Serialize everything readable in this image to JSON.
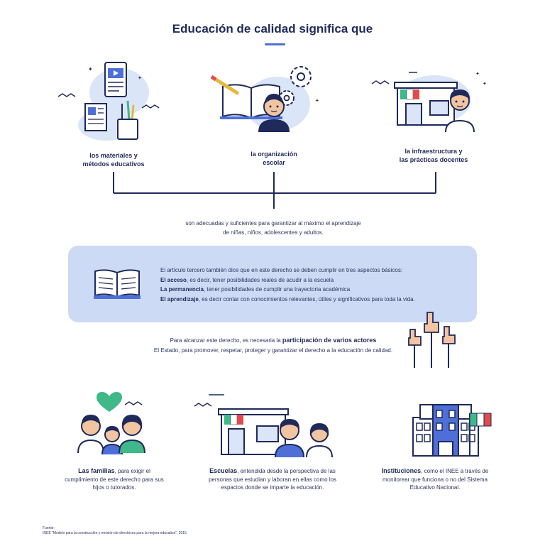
{
  "title": "Educación de calidad significa que",
  "top_items": [
    {
      "line1": "los materiales y",
      "line2": "métodos educativos"
    },
    {
      "line1": "la organización",
      "line2": "escolar"
    },
    {
      "line1": "la infraestructura y",
      "line2": "las prácticas docentes"
    }
  ],
  "middle_text": {
    "line1": "son adecuadas y suficientes para garantizar al máximo el aprendizaje",
    "line2": "de niñas, niños, adolescentes y adultos."
  },
  "article": {
    "intro": "El artículo tercero también dice que en este derecho se deben cumplir en tres aspectos básicos:",
    "aspects": [
      {
        "term": "El acceso",
        "desc": ", es decir, tener posibilidades reales de acudir a la escuela"
      },
      {
        "term": "La permanencia",
        "desc": ", tener posibilidades de cumplir una trayectoria académica"
      },
      {
        "term": "El aprendizaje",
        "desc": ", es decir contar con conocimientos relevantes, útiles y significativos para toda la vida."
      }
    ]
  },
  "actors": {
    "prefix": "Para alcanzar este derecho, es necesaria la ",
    "highlight": "participación de varios actores",
    "line2": "El Estado, para promover, respetar, proteger y garantizar el derecho a la educación de calidad."
  },
  "bottom_items": [
    {
      "term": "Las familias",
      "desc": ", para exigir el cumplimiento de este derecho para sus hijos o tutorados."
    },
    {
      "term": "Escuelas",
      "desc": ", entendida desde la perspectiva de las personas que estudian y laboran en ellas como los espacios donde se imparte la educación."
    },
    {
      "term": "Instituciones",
      "desc": ", como el INEE a través de monitorear que funciona o no del Sistema Educativo Nacional."
    }
  ],
  "source": {
    "label": "Fuente:",
    "text": "INEE \"Modelo para la construcción y emisión de directrices para la mejora educativa\", 2015."
  },
  "colors": {
    "navy": "#1f2a5a",
    "accent": "#4f6fd8",
    "panel": "#cddaf5",
    "green": "#3fb88a",
    "red": "#e24b4b",
    "skin": "#f2c4a0"
  },
  "icons": [
    "tablet-icon",
    "newspaper-icon",
    "pencil-cup-icon",
    "open-book-icon",
    "gears-icon",
    "teacher-icon",
    "school-building-icon",
    "mexico-flag-icon",
    "raised-hands-icon",
    "heart-icon",
    "family-icon",
    "government-building-icon"
  ]
}
